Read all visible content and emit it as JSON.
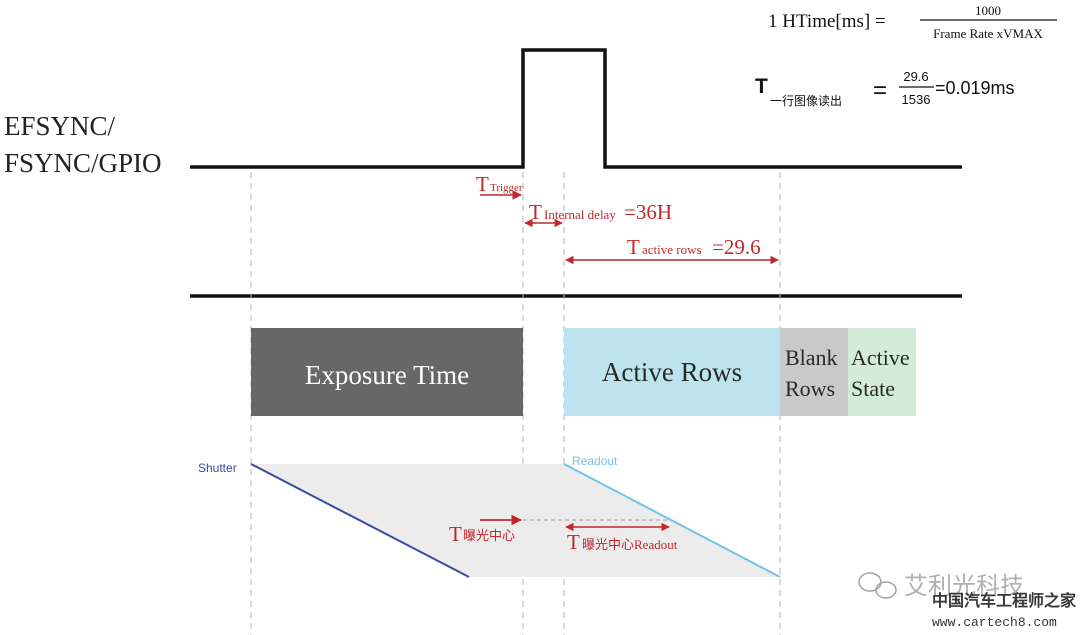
{
  "formula": {
    "htime_lhs": "1 HTime[ms] =",
    "htime_num": "1000",
    "htime_den": "Frame Rate xVMAX",
    "t_symbol": "T",
    "t_sub": "一行图像读出",
    "t_eq": "=",
    "t_num": "29.6",
    "t_den": "1536",
    "t_result": "=0.019ms"
  },
  "signal": {
    "label_line1": "EFSYNC/",
    "label_line2": "FSYNC/GPIO"
  },
  "timing": {
    "trigger_T": "T",
    "trigger_sub": "Trigger",
    "internal_T": "T",
    "internal_sub": "Internal delay",
    "internal_val": "=36H",
    "active_T": "T",
    "active_sub": "active rows",
    "active_val": "=29.6"
  },
  "phases": {
    "exposure": "Exposure Time",
    "active_rows": "Active Rows",
    "blank_line1": "Blank",
    "blank_line2": "Rows",
    "state_line1": "Active",
    "state_line2": "State"
  },
  "rolling": {
    "shutter": "Shutter",
    "readout": "Readout",
    "center_T": "T",
    "center_sub": "曝光中心",
    "center_readout_T": "T",
    "center_readout_sub": "曝光中心Readout"
  },
  "watermark": {
    "brand": "艾利光科技",
    "site_cn": "中国汽车工程师之家",
    "site_url": "www.cartech8.com"
  },
  "colors": {
    "signal": "#111111",
    "annotation_red": "#c0282d",
    "exposure_fill": "#676767",
    "active_fill": "#bde3ee",
    "blank_fill": "#c9c9c9",
    "state_fill": "#d3ecd8",
    "shutter_line": "#3a4aa0",
    "readout_line": "#73c3e8",
    "parallelogram_fill": "#ececec",
    "dashed_guide": "#b4b4b4"
  }
}
